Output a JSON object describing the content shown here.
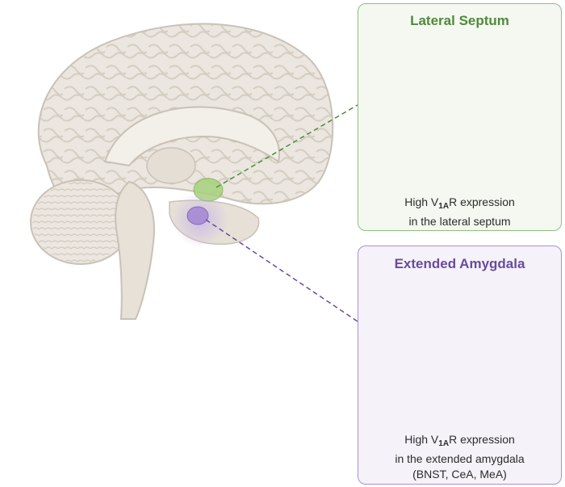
{
  "panels": {
    "lateral_septum": {
      "title": "Lateral Septum",
      "caption_prefix": "High V",
      "caption_sub": "1A",
      "caption_suffix": "R expression",
      "caption_line2": "in the lateral septum",
      "color": "#4f8a3c"
    },
    "extended_amygdala": {
      "title": "Extended Amygdala",
      "caption_prefix": "High V",
      "caption_sub": "1A",
      "caption_suffix": "R expression",
      "caption_line2": "in the extended amygdala",
      "caption_line3": "(BNST, CeA, MeA)",
      "color": "#6a4a9e"
    }
  },
  "colors": {
    "brain_tissue": "#ebe6df",
    "brain_outline": "#c9c1b6",
    "septum_highlight": "#a6d17c",
    "amygdala_highlight": "#a78ad4"
  }
}
